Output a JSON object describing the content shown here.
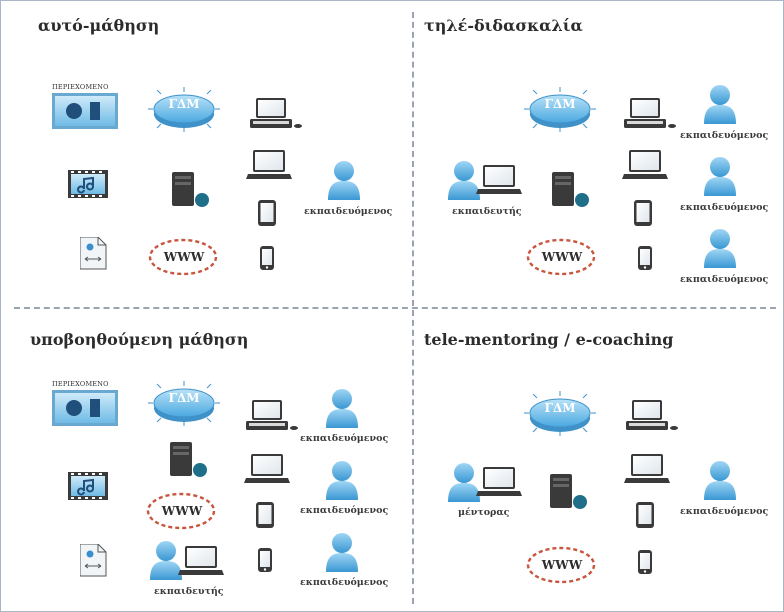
{
  "quadrants": {
    "q1": {
      "title": "αυτό-μάθηση"
    },
    "q2": {
      "title": "τηλέ-διδασκαλία"
    },
    "q3": {
      "title": "υποβοηθούμενη μάθηση"
    },
    "q4": {
      "title": "tele-mentoring / e-coaching"
    }
  },
  "labels": {
    "content": "ΠΕΡΙΕΧΟΜΕΝΟ",
    "lms": "ΓΔΜ",
    "www": "WWW",
    "learner": "εκπαιδευόμενος",
    "learner_short": "εκπαιδευόμενος",
    "instructor": "εκπαιδευτής",
    "mentor": "μέντορας"
  },
  "colors": {
    "accent_blue": "#4aa8e0",
    "disk_blue": "#7fc4ec",
    "dashed_red": "#c8553d",
    "device_grey": "#3c3c3c",
    "border": "#a9b6c6"
  }
}
